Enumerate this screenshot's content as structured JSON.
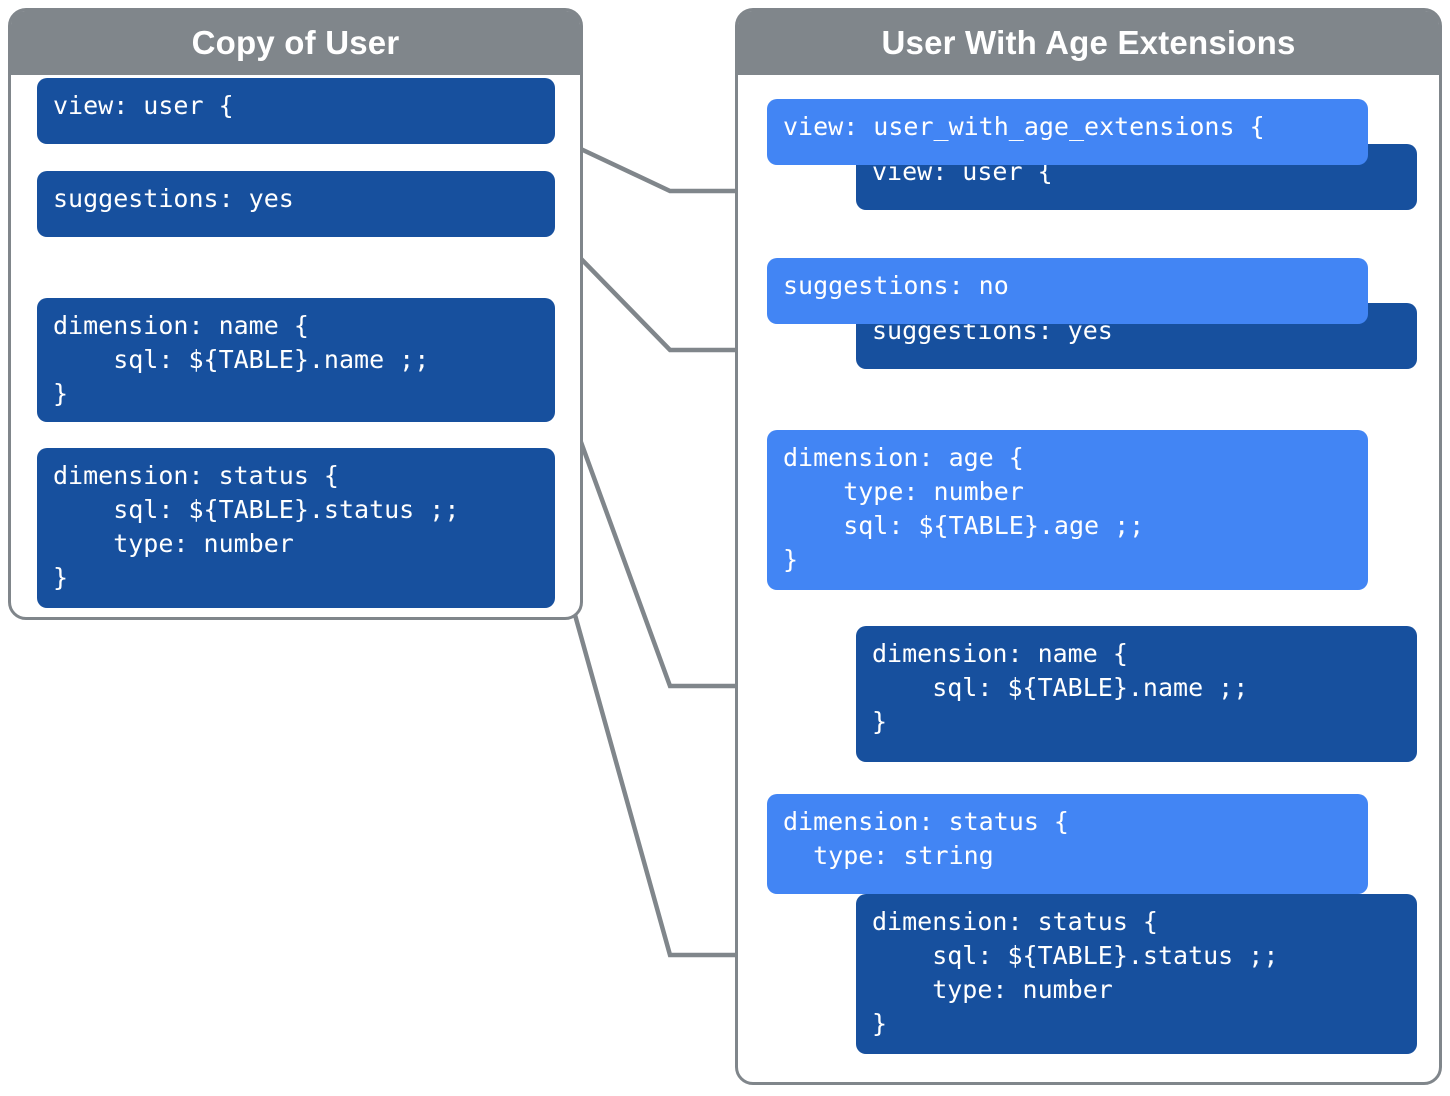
{
  "colors": {
    "header_gray": "#80868B",
    "panel_border": "#80868B",
    "dark_blue": "#17509E",
    "light_blue": "#4285F4",
    "connector": "#80868B",
    "text": "#FFFFFF",
    "background": "#FFFFFF"
  },
  "left_panel": {
    "title": "Copy of User",
    "blocks": [
      {
        "id": "left-view",
        "text": "view: user {",
        "style": "dark"
      },
      {
        "id": "left-suggestions",
        "text": "suggestions: yes",
        "style": "dark"
      },
      {
        "id": "left-dimension-name",
        "text": "dimension: name {\n    sql: ${TABLE}.name ;;\n}",
        "style": "dark"
      },
      {
        "id": "left-dimension-status",
        "text": "dimension: status {\n    sql: ${TABLE}.status ;;\n    type: number\n}",
        "style": "dark"
      }
    ]
  },
  "right_panel": {
    "title": "User With Age Extensions",
    "blocks": [
      {
        "id": "right-view-extension",
        "text": "view: user_with_age_extensions {",
        "style": "light"
      },
      {
        "id": "right-view-inherited",
        "text": "view: user {",
        "style": "dark"
      },
      {
        "id": "right-suggestions-override",
        "text": "suggestions: no",
        "style": "light"
      },
      {
        "id": "right-suggestions-inherited",
        "text": "suggestions: yes",
        "style": "dark"
      },
      {
        "id": "right-dimension-age",
        "text": "dimension: age {\n    type: number\n    sql: ${TABLE}.age ;;\n}",
        "style": "light"
      },
      {
        "id": "right-dimension-name-inherited",
        "text": "dimension: name {\n    sql: ${TABLE}.name ;;\n}",
        "style": "dark"
      },
      {
        "id": "right-dimension-status-override",
        "text": "dimension: status {\n  type: string",
        "style": "light"
      },
      {
        "id": "right-dimension-status-inherited",
        "text": "dimension: status {\n    sql: ${TABLE}.status ;;\n    type: number\n}",
        "style": "dark"
      }
    ]
  },
  "connectors": [
    {
      "id": "connector-view",
      "from": "left-view",
      "to": "right-view-inherited"
    },
    {
      "id": "connector-suggestions",
      "from": "left-suggestions",
      "to": "right-suggestions-inherited"
    },
    {
      "id": "connector-dimension-name",
      "from": "left-dimension-name",
      "to": "right-dimension-name-inherited"
    },
    {
      "id": "connector-dimension-status",
      "from": "left-dimension-status",
      "to": "right-dimension-status-inherited"
    }
  ]
}
